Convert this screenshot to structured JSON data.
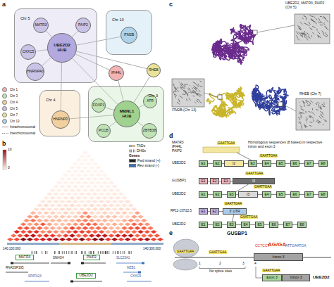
{
  "diagram": {
    "nodes": [
      {
        "text": [
          "Chr 5"
        ]
      },
      {
        "text": [
          "UBE2D2 HUB"
        ],
        "in": 0
      },
      {
        "text": [
          "MATR3"
        ],
        "in": 0
      },
      {
        "text": [
          "PAIP2"
        ],
        "in": 0
      },
      {
        "text": [
          "CXXC5"
        ],
        "in": 0
      },
      {
        "text": [
          "HNRNPA0"
        ],
        "in": 0
      },
      {
        "text": [
          "Chr 13"
        ]
      },
      {
        "text": [
          "ITM2B"
        ],
        "in": 6
      },
      {
        "text": [
          "IFI44L"
        ]
      },
      {
        "text": [
          "RHEB"
        ]
      },
      {
        "text": [
          "Chr 3"
        ]
      },
      {
        "text": [
          "MBNL1 HUB"
        ],
        "in": 10
      },
      {
        "text": [
          "FOXP1"
        ],
        "in": 10
      },
      {
        "text": [
          "ATR"
        ],
        "in": 10
      },
      {
        "text": [
          "PCCB"
        ],
        "in": 10
      },
      {
        "text": [
          "ZBTB38"
        ],
        "in": 10
      },
      {
        "text": [
          "Chr 4"
        ]
      },
      {
        "text": [
          "HNRNPD"
        ],
        "in": 16
      },
      {
        "text": [
          "MATR3"
        ]
      },
      {
        "text": [
          "PAIP2"
        ]
      },
      {
        "text": [
          "UBE2D2"
        ]
      },
      {
        "text": [
          "E1"
        ]
      },
      {
        "text": [
          "E2"
        ]
      },
      {
        "text": [
          "I2"
        ]
      },
      {
        "text": [
          "E3"
        ]
      },
      {
        "text": [
          "E4"
        ]
      },
      {
        "text": [
          "E5"
        ]
      },
      {
        "text": [
          "E6"
        ]
      },
      {
        "text": [
          "E7"
        ]
      },
      {
        "text": [
          "E8"
        ]
      },
      {
        "text": [
          "E1"
        ]
      },
      {
        "text": [
          "E2"
        ]
      },
      {
        "text": [
          "E3"
        ]
      },
      {
        "text": [
          "I3"
        ]
      },
      {
        "text": [
          "E1"
        ]
      },
      {
        "text": [
          "E2"
        ]
      },
      {
        "text": [
          "E3"
        ]
      },
      {
        "text": [
          "I3"
        ]
      },
      {
        "text": [
          "E4"
        ]
      },
      {
        "text": [
          "E5"
        ]
      },
      {
        "text": [
          "E6"
        ]
      },
      {
        "text": [
          "E7"
        ]
      },
      {
        "text": [
          "E8"
        ]
      },
      {
        "text": [
          "E1"
        ]
      },
      {
        "text": [
          "E2"
        ]
      },
      {
        "text": [
          "3' UTR"
        ]
      },
      {
        "text": [
          "E1"
        ]
      },
      {
        "text": [
          "E2"
        ]
      },
      {
        "text": [
          "E3"
        ]
      },
      {
        "text": [
          "E4"
        ]
      },
      {
        "text": [
          "E5"
        ]
      },
      {
        "text": [
          "E6"
        ]
      },
      {
        "text": [
          "E7"
        ]
      },
      {
        "text": [
          "E8"
        ]
      },
      {
        "text": [
          "Intron 3"
        ]
      },
      {
        "text": [
          "Exon 3"
        ]
      },
      {
        "text": [
          "Intron 3"
        ]
      }
    ],
    "edges": [
      {
        "from": 1,
        "to": 2,
        "arrow": "none"
      },
      {
        "from": 1,
        "to": 3,
        "arrow": "none"
      },
      {
        "from": 1,
        "to": 4,
        "arrow": "none"
      },
      {
        "from": 1,
        "to": 5,
        "arrow": "none"
      },
      {
        "from": 1,
        "to": 7,
        "arrow": "none"
      },
      {
        "from": 1,
        "to": 8,
        "arrow": "none"
      },
      {
        "from": 1,
        "to": 9,
        "arrow": "none"
      },
      {
        "from": 1,
        "to": 11,
        "arrow": "none"
      },
      {
        "from": 1,
        "to": 17,
        "arrow": "none"
      },
      {
        "from": 11,
        "to": 12,
        "arrow": "none"
      },
      {
        "from": 11,
        "to": 13,
        "arrow": "none"
      },
      {
        "from": 11,
        "to": 14,
        "arrow": "none"
      },
      {
        "from": 11,
        "to": 15,
        "arrow": "none"
      },
      {
        "from": 11,
        "to": 8,
        "arrow": "none"
      },
      {
        "from": 11,
        "to": 9,
        "arrow": "none"
      },
      {
        "from": 11,
        "to": 17,
        "arrow": "none"
      },
      {
        "from": 33,
        "to": 36,
        "arrow": "none"
      },
      {
        "from": 45,
        "to": 48,
        "arrow": "none"
      }
    ],
    "labels": [
      "a",
      "b",
      "c",
      "d",
      "e",
      "10",
      "0",
      "Genes",
      "140,100,000",
      "140,300,000",
      "RNA5SP195",
      "SNHG4",
      "SLC23A1",
      "MZB1",
      "CXXC5",
      "SPATA24",
      "UBE2D2, MATR3, PAIP2 (Chr 5)",
      "ITM2B (Chr 13)",
      "RHEB (Chr 7)",
      "MATR3",
      "IFI44L",
      "PAIP2",
      "Homologous sequences (8 bases) in respective intron and exon 3",
      "GAATTGAA",
      "UBE2D2",
      "GAATTGAA",
      "GUSBP1",
      "GAATTGAA",
      "UBE2D2",
      "GAATTGAA",
      "RP11-137I22.5",
      "GAATTGAA",
      "UBE2D2",
      "GAATTGAA",
      "GUSBP1",
      "GAATTGAA",
      "GAATTGAA",
      "CCTCCT",
      "AG/GA",
      "ATTGAATGA",
      "1",
      "2",
      "3",
      "4",
      "No splice sites",
      "GAATTGAA",
      "UBE2D2"
    ],
    "legend": [
      {
        "text": "Chr 1",
        "color": "#f2b3b3"
      },
      {
        "text": "Chr 3",
        "color": "#bfe3b5"
      },
      {
        "text": "Chr 4",
        "color": "#f2cf9e"
      },
      {
        "text": "Chr 5",
        "color": "#c9c3e6"
      },
      {
        "text": "Chr 7",
        "color": "#e8e39a"
      },
      {
        "text": "Chr 13",
        "color": "#aed3e8"
      },
      {
        "text": "Intrachromosomal"
      },
      {
        "text": "Interchromosomal"
      },
      {
        "text": "TADs"
      },
      {
        "text": "DHSs"
      },
      {
        "text": "Fwd strand (+)",
        "color": "#222222"
      },
      {
        "text": "Rev strand (-)",
        "color": "#3b6fb6"
      }
    ]
  }
}
